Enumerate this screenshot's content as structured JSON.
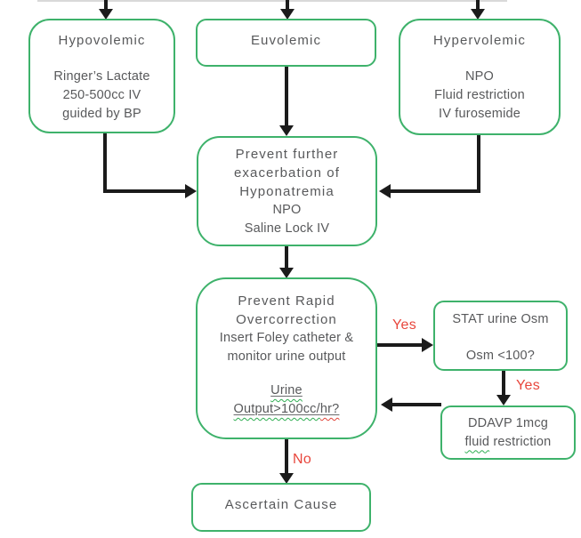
{
  "colors": {
    "border_green": "#3eb26b",
    "text_gray": "#58595b",
    "arrow_black": "#1b1b1b",
    "label_red": "#e8463c",
    "squiggle_green": "#2fae52",
    "squiggle_red": "#e0443a",
    "top_line_gray": "#d9d9d9"
  },
  "nodes": {
    "hypovolemic": {
      "title": "Hypovolemic",
      "lines": [
        "Ringer’s Lactate",
        "250-500cc IV",
        "guided by BP"
      ]
    },
    "euvolemic": {
      "title": "Euvolemic"
    },
    "hypervolemic": {
      "title": "Hypervolemic",
      "lines": [
        "NPO",
        "Fluid restriction",
        "IV furosemide"
      ]
    },
    "prevent_exacerbation": {
      "lines": [
        "Prevent further",
        "exacerbation of",
        "Hyponatremia",
        "NPO",
        "Saline Lock IV"
      ]
    },
    "prevent_rapid": {
      "lines": [
        "Prevent Rapid",
        "Overcorrection",
        "Insert Foley catheter &",
        "monitor urine output"
      ],
      "question_line1": "Urine",
      "question_line2_green": "Output>100cc/",
      "question_line2_red": "hr?"
    },
    "stat_urine_osm": {
      "line1": "STAT urine Osm",
      "line2": "Osm <100?"
    },
    "ddavp": {
      "line1": "DDAVP 1mcg",
      "line2_word": "fluid",
      "line2_rest": " restriction"
    },
    "ascertain_cause": {
      "title": "Ascertain Cause"
    }
  },
  "edge_labels": {
    "yes_to_stat": "Yes",
    "yes_to_ddavp": "Yes",
    "no_to_ascertain": "No"
  }
}
